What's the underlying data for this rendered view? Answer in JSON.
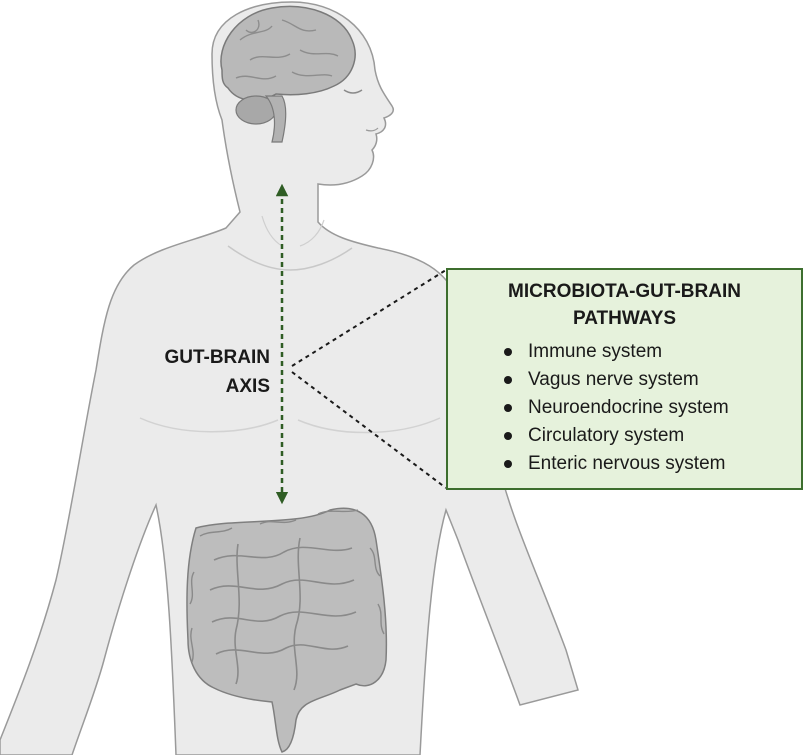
{
  "axis_label": {
    "line1": "GUT-BRAIN",
    "line2": "AXIS"
  },
  "pathways": {
    "title_line1": "MICROBIOTA-GUT-BRAIN",
    "title_line2": "PATHWAYS",
    "items": [
      "Immune system",
      "Vagus nerve system",
      "Neuroendocrine system",
      "Circulatory system",
      "Enteric nervous system"
    ]
  },
  "colors": {
    "arrow": "#2f5d24",
    "box_fill": "#e6f2dc",
    "box_border": "#3d6e2e",
    "body": "#ebebeb",
    "body_outline": "#9a9a9a",
    "organ": "#bdbdbd",
    "organ_outline": "#7f7f7f"
  },
  "icons": [
    "human-torso-illustration",
    "brain-icon",
    "intestines-icon",
    "bidirectional-dashed-arrow"
  ]
}
